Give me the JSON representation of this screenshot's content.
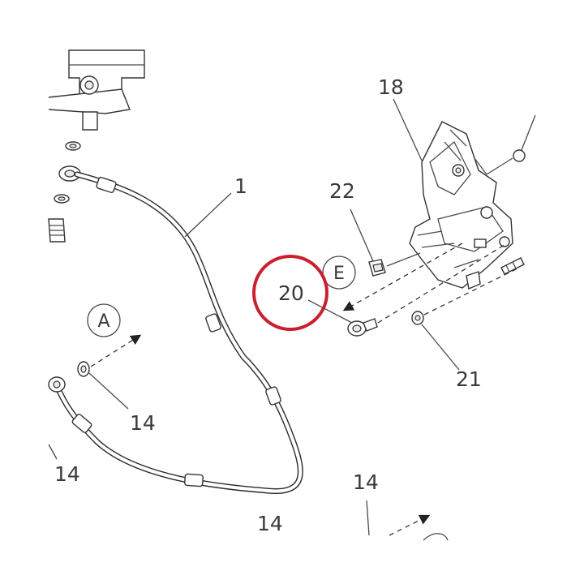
{
  "callouts": {
    "hose": "1",
    "bracket": "18",
    "clip": "22",
    "bolt": "20",
    "nut": "21",
    "washer_a": "14",
    "washer_b": "14",
    "washer_c": "14",
    "washer_d": "14"
  },
  "view_markers": {
    "a": "A",
    "e": "E"
  },
  "highlight": {
    "color": "#c8202c",
    "target": "20"
  }
}
